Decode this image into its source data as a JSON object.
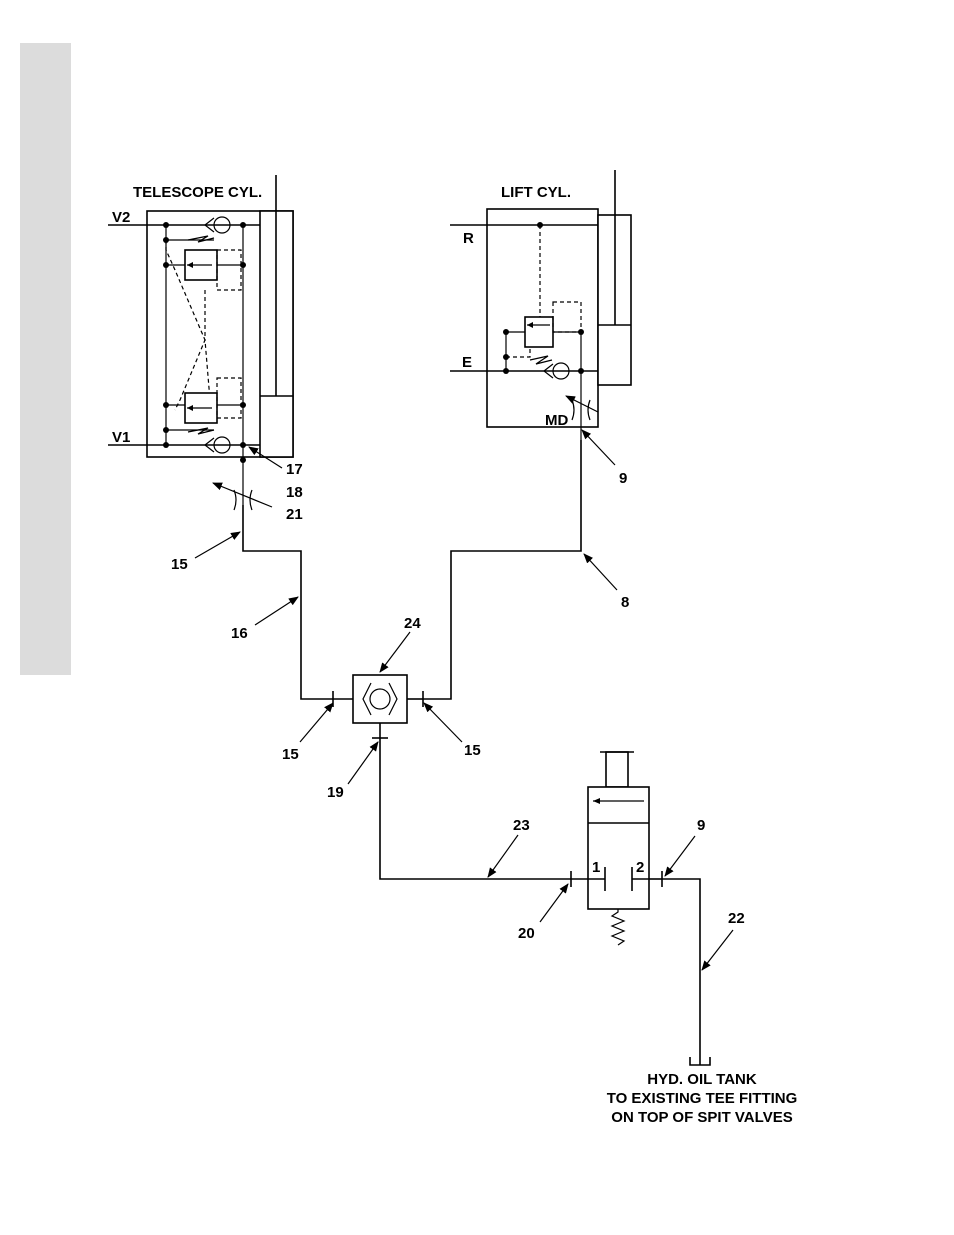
{
  "colors": {
    "side_tab": "#dcdcdc",
    "line": "#000000"
  },
  "labels": {
    "telescope_cyl": "TELESCOPE CYL.",
    "lift_cyl": "LIFT CYL.",
    "v2": "V2",
    "v1": "V1",
    "r": "R",
    "e": "E",
    "md": "MD",
    "port_1": "1",
    "port_2": "2"
  },
  "callouts": {
    "c17": "17",
    "c18": "18",
    "c21": "21",
    "c15_top": "15",
    "c16": "16",
    "c24": "24",
    "c15_left": "15",
    "c15_right": "15",
    "c19": "19",
    "c9_lift": "9",
    "c8": "8",
    "c23": "23",
    "c9_valve": "9",
    "c20": "20",
    "c22": "22"
  },
  "tank_note": {
    "line1": "HYD. OIL TANK",
    "line2": "TO EXISTING TEE FITTING",
    "line3": "ON TOP OF SPIT VALVES"
  }
}
